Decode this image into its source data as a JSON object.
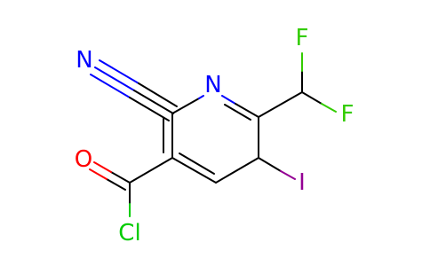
{
  "colors": {
    "background": "#ffffff",
    "bond": "#000000",
    "nitrogen": "#0000ff",
    "oxygen": "#ff0000",
    "chlorine": "#00cc00",
    "fluorine": "#33cc00",
    "iodine": "#940094"
  },
  "molecule": {
    "atoms": {
      "nitrile_n": "N",
      "ring_n": "N",
      "fluorine_top": "F",
      "fluorine_right": "F",
      "oxygen": "O",
      "chlorine": "Cl",
      "iodine": "I"
    }
  }
}
